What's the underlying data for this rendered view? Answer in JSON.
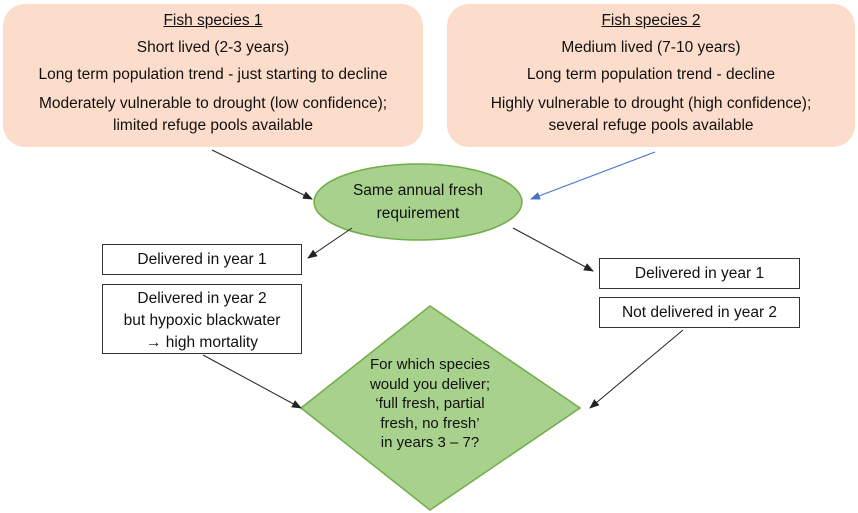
{
  "species1": {
    "title": "Fish species 1",
    "lifespan": "Short lived (2-3 years)",
    "trend": "Long term population trend - just starting to decline",
    "vulnerability_1": "Moderately vulnerable to drought (low confidence);",
    "vulnerability_2": "limited refuge pools available"
  },
  "species2": {
    "title": "Fish species 2",
    "lifespan": "Medium lived (7-10 years)",
    "trend": "Long term population trend - decline",
    "vulnerability_1": "Highly vulnerable to drought (high confidence);",
    "vulnerability_2": "several refuge pools available"
  },
  "requirement": {
    "line1": "Same annual fresh",
    "line2": "requirement"
  },
  "outcomes_species1": {
    "year1": "Delivered in year 1",
    "year2_line1": "Delivered in year 2",
    "year2_line2": "but hypoxic blackwater",
    "year2_line3": "→ high mortality"
  },
  "outcomes_species2": {
    "year1": "Delivered in year 1",
    "year2": "Not delivered in year 2"
  },
  "question": {
    "line1": "For which species",
    "line2": "would you deliver;",
    "line3": "‘full fresh, partial",
    "line4": "fresh, no fresh’",
    "line5": "in years 3 – 7?"
  },
  "colors": {
    "species_box_fill": "#fcdccb",
    "shape_fill_green": "#a9d18e",
    "shape_stroke_green": "#70ad47",
    "connector_dark": "#222222",
    "connector_blue": "#4472c4"
  }
}
